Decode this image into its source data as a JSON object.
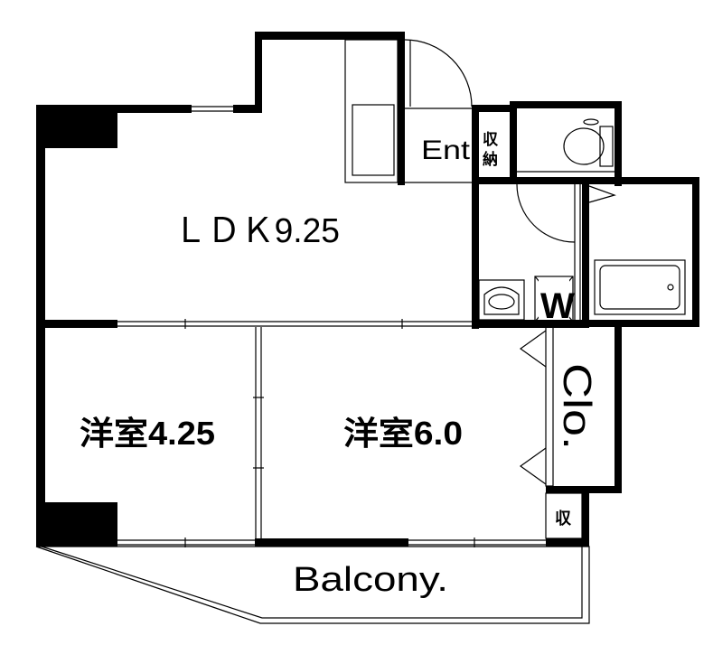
{
  "rooms": {
    "ldk": "ＬＤＫ9.25",
    "western_small": "洋室4.25",
    "western_large": "洋室6.0",
    "entrance": "Ent",
    "entrance_storage": "収納",
    "washer": "W",
    "closet": "Clo.",
    "storage_small": "収",
    "balcony": "Balcony."
  }
}
